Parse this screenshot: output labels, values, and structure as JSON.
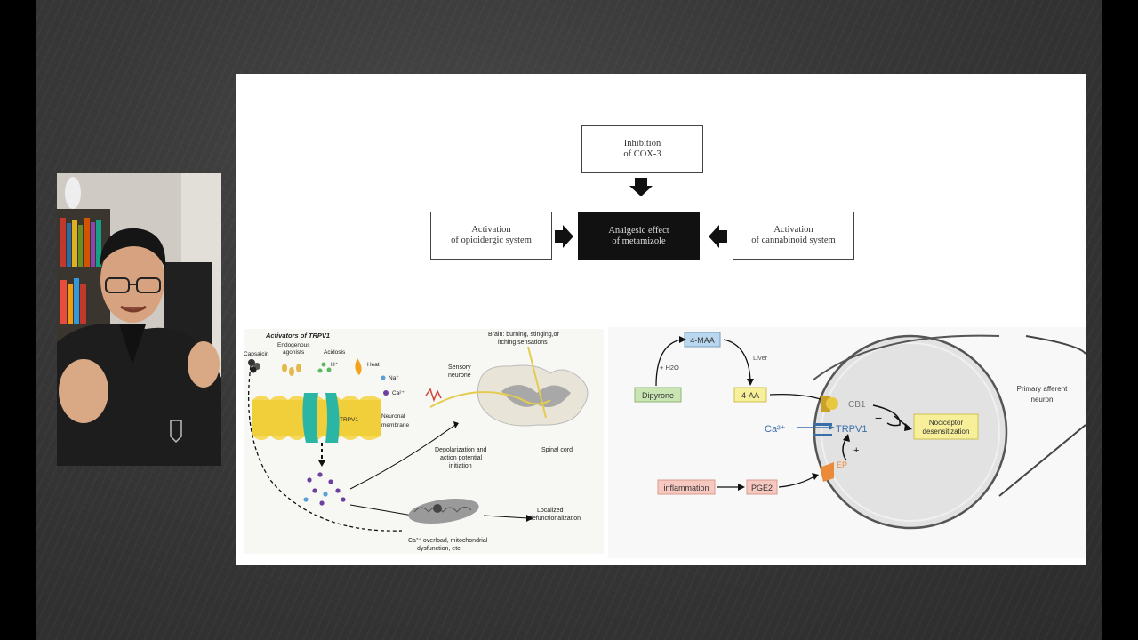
{
  "flowchart": {
    "cox3": "Inhibition\nof COX-3",
    "opioid": "Activation\nof opioidergic system",
    "center": "Analgesic effect\nof metamizole",
    "cannabinoid": "Activation\nof cannabinoid system"
  },
  "trpv1_figure": {
    "title": "Activators of TRPV1",
    "capsaicin": "Capsaicin",
    "endogenous": "Endogenous",
    "agonists": "agonists",
    "acidosis": "Acidosis",
    "h_plus": "H⁺",
    "heat": "Heat",
    "na": "Na⁺",
    "ca": "Ca²⁺",
    "channel": "TRPV1",
    "neuronal": "Neuronal",
    "membrane": "membrane",
    "brain_line1": "Brain: burning, stinging,or",
    "brain_line2": "itching sensations",
    "sensory_line1": "Sensory",
    "sensory_line2": "neurone",
    "depol_line1": "Depolarization and",
    "depol_line2": "action potential",
    "depol_line3": "initiation",
    "spinal": "Spinal cord",
    "localized_line1": "Localized",
    "localized_line2": "defunctionalization",
    "overload_line1": "Ca²⁺ overload, mitochondrial",
    "overload_line2": "dysfunction, etc."
  },
  "pathway": {
    "maa": "4-MAA",
    "h2o": "+ H2O",
    "liver": "Liver",
    "dipyrone": "Dipyrone",
    "aa": "4-AA",
    "cb1": "CB1",
    "ca2": "Ca²⁺",
    "trpv1": "TRPV1",
    "minus": "−",
    "plus": "+",
    "ep": "EP",
    "nociceptor_line1": "Nociceptor",
    "nociceptor_line2": "desensitization",
    "inflammation": "inflammation",
    "pge2": "PGE2",
    "primary_line1": "Primary afferent",
    "primary_line2": "neuron"
  },
  "colors": {
    "blue_box": "#b9d7ef",
    "green_box": "#c9e5b4",
    "yellow_box": "#f7ef9a",
    "pink_box": "#f6c8c0",
    "membrane": "#f1cf3a",
    "channel": "#2bb5a5"
  }
}
